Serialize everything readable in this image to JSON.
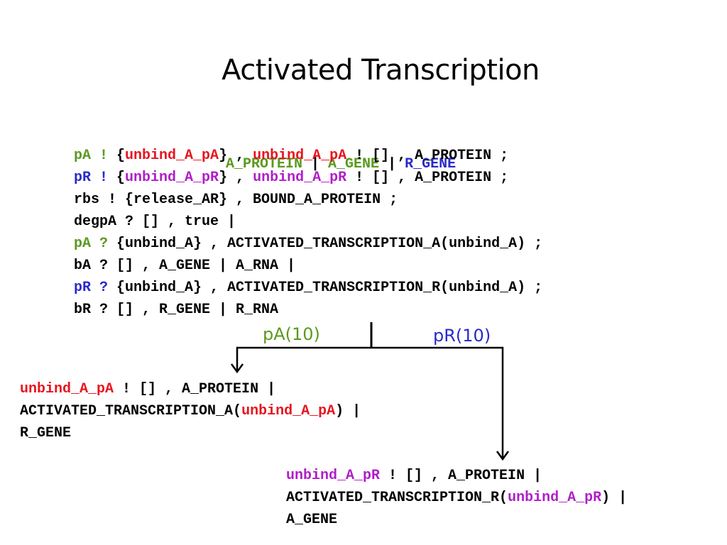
{
  "colors": {
    "green": "#5a9a1e",
    "blue": "#2a2ac8",
    "red": "#e8141e",
    "magenta": "#b01ec8",
    "black": "#000000"
  },
  "title": "Activated Transcription",
  "header": [
    {
      "text": "A_PROTEIN",
      "color": "green"
    },
    {
      "text": " | ",
      "color": "black"
    },
    {
      "text": "A_GENE",
      "color": "green"
    },
    {
      "text": " | ",
      "color": "black"
    },
    {
      "text": "R_GENE",
      "color": "blue"
    }
  ],
  "code_lines": [
    [
      {
        "text": "pA ! ",
        "color": "green"
      },
      {
        "text": "{",
        "color": "black"
      },
      {
        "text": "unbind_A_pA",
        "color": "red"
      },
      {
        "text": "} , ",
        "color": "black"
      },
      {
        "text": "unbind_A_pA",
        "color": "red"
      },
      {
        "text": " ! [] , A_PROTEIN ;",
        "color": "black"
      }
    ],
    [
      {
        "text": "pR ! ",
        "color": "blue"
      },
      {
        "text": "{",
        "color": "black"
      },
      {
        "text": "unbind_A_pR",
        "color": "magenta"
      },
      {
        "text": "} , ",
        "color": "black"
      },
      {
        "text": "unbind_A_pR",
        "color": "magenta"
      },
      {
        "text": " ! [] , A_PROTEIN ;",
        "color": "black"
      }
    ],
    [
      {
        "text": "rbs ! {release_AR} , BOUND_A_PROTEIN ;",
        "color": "black"
      }
    ],
    [
      {
        "text": "degpA ? [] , true |",
        "color": "black"
      }
    ],
    [
      {
        "text": "pA ? ",
        "color": "green"
      },
      {
        "text": "{unbind_A} , ACTIVATED_TRANSCRIPTION_A(unbind_A) ;",
        "color": "black"
      }
    ],
    [
      {
        "text": "bA ? [] , A_GENE | A_RNA |",
        "color": "black"
      }
    ],
    [
      {
        "text": "pR ? ",
        "color": "blue"
      },
      {
        "text": "{unbind_A} , ACTIVATED_TRANSCRIPTION_R(unbind_A) ;",
        "color": "black"
      }
    ],
    [
      {
        "text": "bR ? [] , R_GENE | R_RNA",
        "color": "black"
      }
    ]
  ],
  "branch_labels": {
    "left": {
      "text": "pA(10)",
      "color": "green"
    },
    "right": {
      "text": "pR(10)",
      "color": "blue"
    }
  },
  "left_box_lines": [
    [
      {
        "text": "unbind_A_pA",
        "color": "red"
      },
      {
        "text": " ! [] , A_PROTEIN |",
        "color": "black"
      }
    ],
    [
      {
        "text": "ACTIVATED_TRANSCRIPTION_A(",
        "color": "black"
      },
      {
        "text": "unbind_A_pA",
        "color": "red"
      },
      {
        "text": ") |",
        "color": "black"
      }
    ],
    [
      {
        "text": "R_GENE",
        "color": "black"
      }
    ]
  ],
  "right_box_lines": [
    [
      {
        "text": "unbind_A_pR",
        "color": "magenta"
      },
      {
        "text": " ! [] , A_PROTEIN |",
        "color": "black"
      }
    ],
    [
      {
        "text": "ACTIVATED_TRANSCRIPTION_R(",
        "color": "black"
      },
      {
        "text": "unbind_A_pR",
        "color": "magenta"
      },
      {
        "text": ") |",
        "color": "black"
      }
    ],
    [
      {
        "text": "A_GENE",
        "color": "black"
      }
    ]
  ]
}
